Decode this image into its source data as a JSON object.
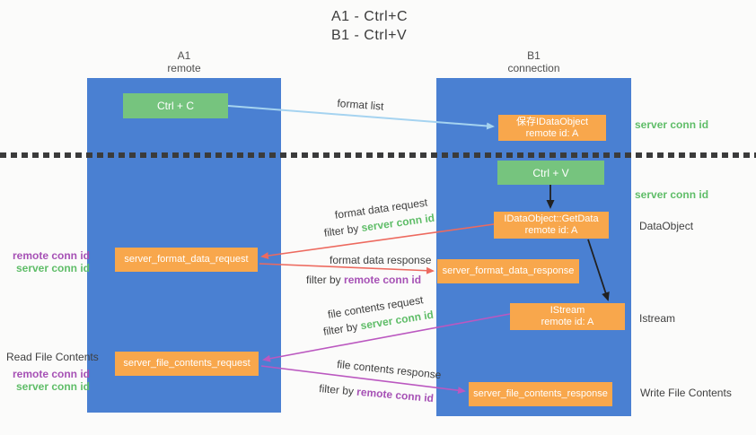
{
  "title": {
    "line1": "A1 - Ctrl+C",
    "line2": "B1 - Ctrl+V"
  },
  "lanes": {
    "left": {
      "name": "A1",
      "subtitle": "remote"
    },
    "right": {
      "name": "B1",
      "subtitle": "connection"
    }
  },
  "nodes": {
    "ctrl_c": "Ctrl + C",
    "ctrl_v": "Ctrl + V",
    "save_idataobject": {
      "line1": "保存IDataObject",
      "line2": "remote id: A"
    },
    "getdata": {
      "line1": "IDataObject::GetData",
      "line2": "remote id: A"
    },
    "istream": {
      "line1": "IStream",
      "line2": "remote id: A"
    },
    "format_request": "server_format_data_request",
    "format_response": "server_format_data_response",
    "file_request": "server_file_contents_request",
    "file_response": "server_file_contents_response"
  },
  "arrow_labels": {
    "format_list": "format list",
    "format_data_request": "format data request",
    "format_data_response": "format data response",
    "file_contents_request": "file contents request",
    "file_contents_response": "file contents response",
    "filter_by": "filter by",
    "server_conn_id": "server conn id",
    "remote_conn_id": "remote conn id"
  },
  "side_labels": {
    "server_conn_id_top": "server conn id",
    "server_conn_id_mid": "server conn id",
    "dataobject": "DataObject",
    "istream": "Istream",
    "read_file": "Read File Contents",
    "write_file": "Write File Contents",
    "remote_conn_id": "remote conn id",
    "server_conn_id": "server conn id"
  },
  "colors": {
    "lane_blue": "#4a80d2",
    "box_green": "#76c47e",
    "box_orange": "#f8a74c",
    "green_text": "#5fbd68",
    "purple_text": "#a651b5",
    "red_arrow": "#ed6a5f",
    "magenta_arrow": "#bb58c0",
    "blue_arrow": "#a5d3f0",
    "black_arrow": "#212121"
  }
}
